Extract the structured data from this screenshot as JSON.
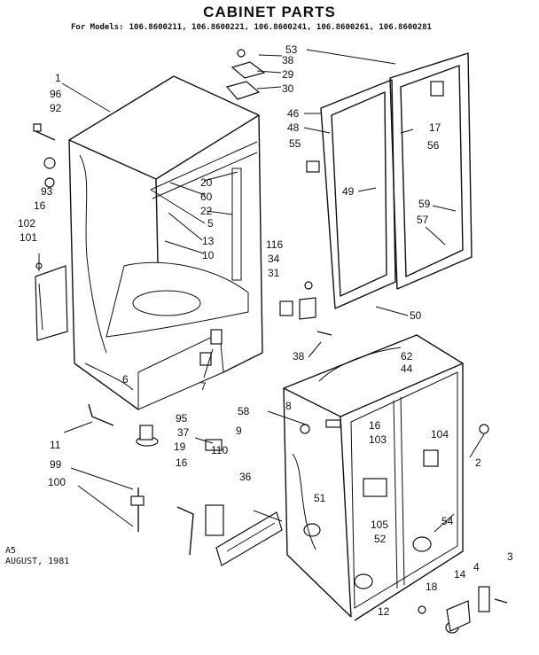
{
  "title": "CABINET PARTS",
  "models_label": "For Models:",
  "models": "106.8600211, 106.8600221, 106.8600241, 106.8600261, 106.8600281",
  "footer": {
    "code": "A5",
    "date": "AUGUST, 1981"
  },
  "callouts": [
    {
      "id": "c-1",
      "text": "1"
    },
    {
      "id": "c-96",
      "text": "96"
    },
    {
      "id": "c-92",
      "text": "92"
    },
    {
      "id": "c-93",
      "text": "93"
    },
    {
      "id": "c-16a",
      "text": "16"
    },
    {
      "id": "c-102",
      "text": "102"
    },
    {
      "id": "c-101",
      "text": "101"
    },
    {
      "id": "c-6",
      "text": "6"
    },
    {
      "id": "c-7",
      "text": "7"
    },
    {
      "id": "c-11",
      "text": "11"
    },
    {
      "id": "c-99",
      "text": "99"
    },
    {
      "id": "c-100",
      "text": "100"
    },
    {
      "id": "c-95",
      "text": "95"
    },
    {
      "id": "c-37",
      "text": "37"
    },
    {
      "id": "c-19",
      "text": "19"
    },
    {
      "id": "c-16b",
      "text": "16"
    },
    {
      "id": "c-110",
      "text": "110"
    },
    {
      "id": "c-36",
      "text": "36"
    },
    {
      "id": "c-58",
      "text": "58"
    },
    {
      "id": "c-8",
      "text": "8"
    },
    {
      "id": "c-9",
      "text": "9"
    },
    {
      "id": "c-51",
      "text": "51"
    },
    {
      "id": "c-38a",
      "text": "38"
    },
    {
      "id": "c-29",
      "text": "29"
    },
    {
      "id": "c-30",
      "text": "30"
    },
    {
      "id": "c-20",
      "text": "20"
    },
    {
      "id": "c-60",
      "text": "60"
    },
    {
      "id": "c-5",
      "text": "5"
    },
    {
      "id": "c-22",
      "text": "22"
    },
    {
      "id": "c-13",
      "text": "13"
    },
    {
      "id": "c-10",
      "text": "10"
    },
    {
      "id": "c-53",
      "text": "53"
    },
    {
      "id": "c-46",
      "text": "46"
    },
    {
      "id": "c-48",
      "text": "48"
    },
    {
      "id": "c-55",
      "text": "55"
    },
    {
      "id": "c-17",
      "text": "17"
    },
    {
      "id": "c-56",
      "text": "56"
    },
    {
      "id": "c-49",
      "text": "49"
    },
    {
      "id": "c-59",
      "text": "59"
    },
    {
      "id": "c-57",
      "text": "57"
    },
    {
      "id": "c-116",
      "text": "116"
    },
    {
      "id": "c-34",
      "text": "34"
    },
    {
      "id": "c-31",
      "text": "31"
    },
    {
      "id": "c-50",
      "text": "50"
    },
    {
      "id": "c-38b",
      "text": "38"
    },
    {
      "id": "c-62",
      "text": "62"
    },
    {
      "id": "c-44",
      "text": "44"
    },
    {
      "id": "c-16c",
      "text": "16"
    },
    {
      "id": "c-103",
      "text": "103"
    },
    {
      "id": "c-104",
      "text": "104"
    },
    {
      "id": "c-2",
      "text": "2"
    },
    {
      "id": "c-105",
      "text": "105"
    },
    {
      "id": "c-52",
      "text": "52"
    },
    {
      "id": "c-54",
      "text": "54"
    },
    {
      "id": "c-3",
      "text": "3"
    },
    {
      "id": "c-4",
      "text": "4"
    },
    {
      "id": "c-14",
      "text": "14"
    },
    {
      "id": "c-18",
      "text": "18"
    },
    {
      "id": "c-12",
      "text": "12"
    }
  ]
}
